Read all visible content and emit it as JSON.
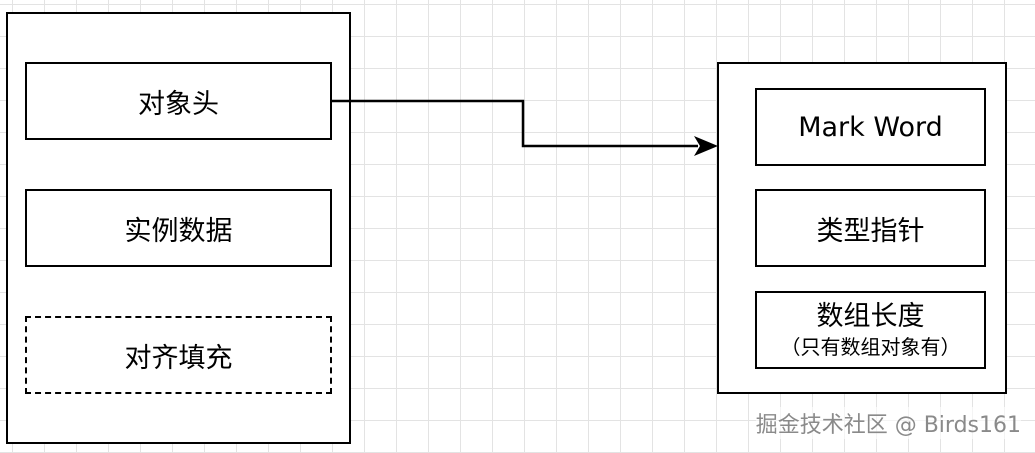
{
  "left_structure": {
    "items": [
      {
        "label": "对象头"
      },
      {
        "label": "实例数据"
      },
      {
        "label": "对齐填充"
      }
    ]
  },
  "right_structure": {
    "items": [
      {
        "label": "Mark Word"
      },
      {
        "label": "类型指针"
      },
      {
        "label": "数组长度",
        "note": "（只有数组对象有）"
      }
    ]
  },
  "watermark": "掘金技术社区 @ Birds161"
}
